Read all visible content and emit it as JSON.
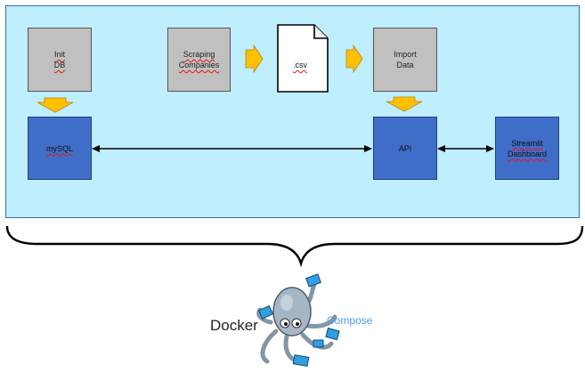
{
  "nodes": {
    "init_db": "Init\nDB",
    "scraping": "Scraping\nCompanies",
    "csv": ".csv",
    "import_data": "Import\nData",
    "mysql": "mySQL",
    "api": "API",
    "streamlit": "Streamlit\nDashboard"
  },
  "footer": {
    "docker": "Docker",
    "compose": "Compose"
  },
  "colors": {
    "panel": "#bfeeff",
    "gray_box": "#c0c0c0",
    "blue_box": "#3f6ec8",
    "arrow_orange": "#ffc000"
  }
}
